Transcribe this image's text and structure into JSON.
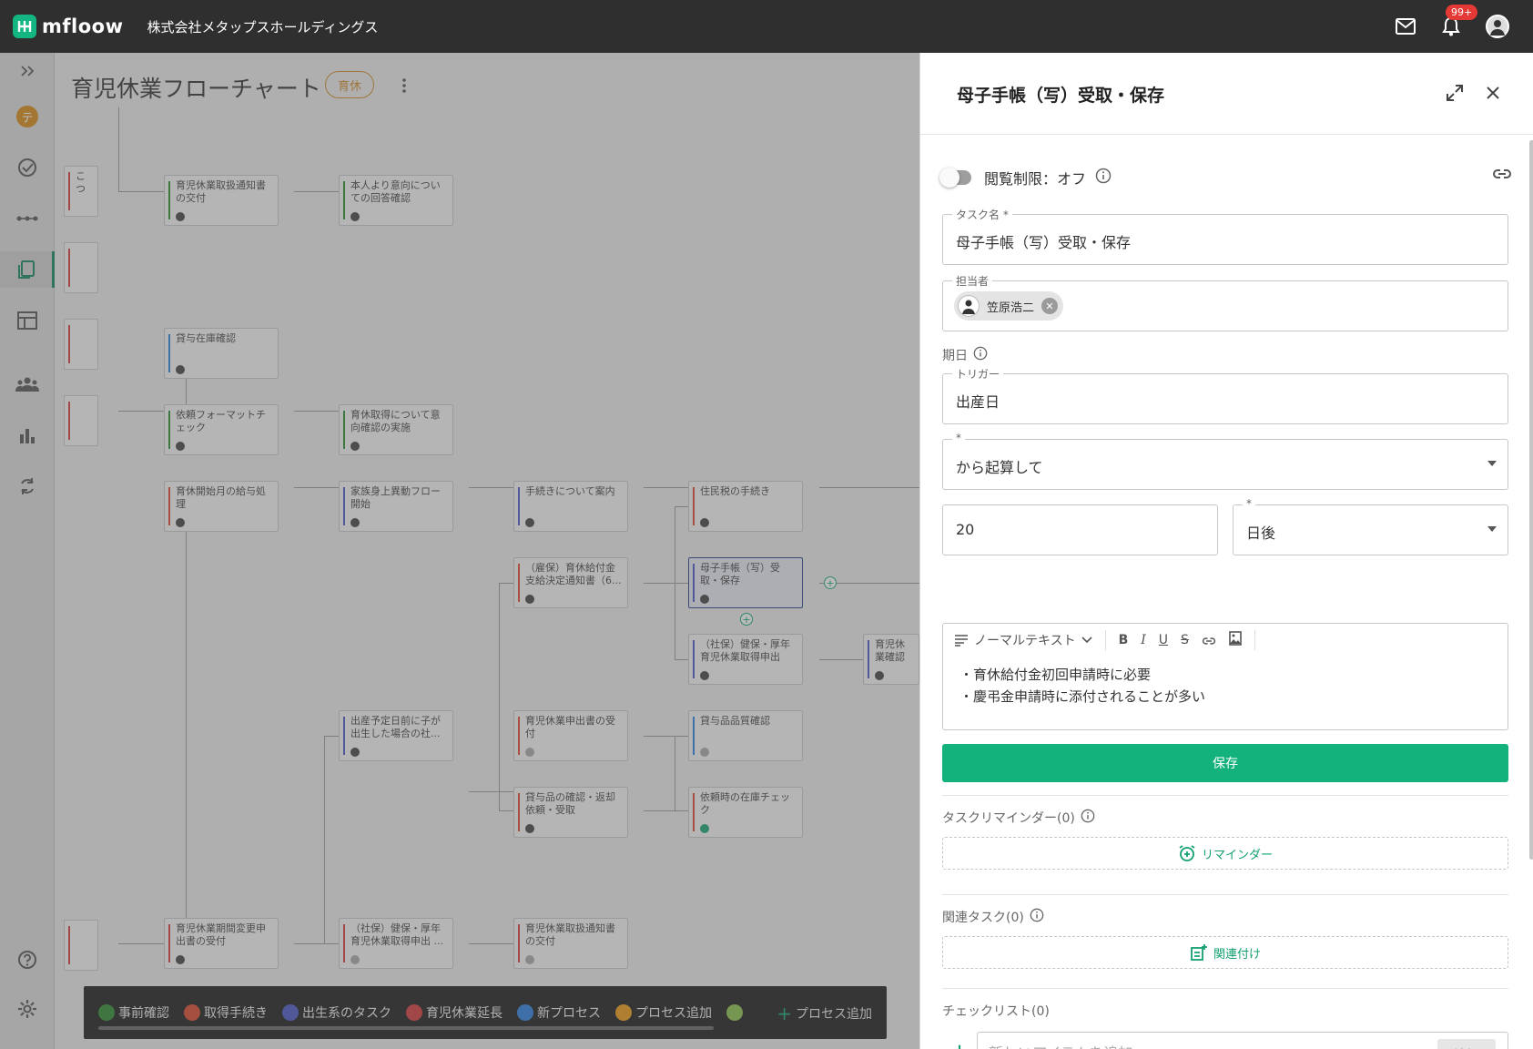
{
  "app": {
    "logo": "mfloow",
    "company": "株式会社メタップスホールディングス",
    "notification_count": "99+"
  },
  "colors": {
    "accent": "#13b27c",
    "topbar": "#2f2f2f",
    "badge": "#e53935"
  },
  "sidebar": {
    "items": [
      {
        "name": "expand-icon"
      },
      {
        "name": "avatar-icon",
        "label": "テ"
      },
      {
        "name": "check-circle-icon"
      },
      {
        "name": "flow-icon"
      },
      {
        "name": "pages-icon"
      },
      {
        "name": "table-icon"
      },
      {
        "name": "people-icon"
      },
      {
        "name": "chart-icon"
      },
      {
        "name": "sync-icon"
      },
      {
        "name": "help-icon"
      },
      {
        "name": "settings-icon"
      }
    ]
  },
  "page": {
    "title": "育児休業フローチャート",
    "chip": "育休"
  },
  "flow": {
    "nodes": [
      {
        "label": "こつ"
      },
      {
        "label": "育児休業取扱通知書の交付"
      },
      {
        "label": "本人より意向についての回答確認"
      },
      {
        "label": "貸与在庫確認"
      },
      {
        "label": "依頼フォーマットチェック"
      },
      {
        "label": "育休取得について意向確認の実施"
      },
      {
        "label": "育休開始月の給与処理"
      },
      {
        "label": "家族身上異動フロー開始"
      },
      {
        "label": "手続きについて案内"
      },
      {
        "label": "住民税の手続き"
      },
      {
        "label": "（雇保）育休給付金支給決定通知書（6..."
      },
      {
        "label": "母子手帳（写）受取・保存"
      },
      {
        "label": "（社保）健保・厚年育児休業取得申出"
      },
      {
        "label": "育児休業確認"
      },
      {
        "label": "出産予定日前に子が出生した場合の社..."
      },
      {
        "label": "育児休業申出書の受付"
      },
      {
        "label": "貸与品品質確認"
      },
      {
        "label": "貸与品の確認・返却依頼・受取"
      },
      {
        "label": "依頼時の在庫チェック"
      },
      {
        "label": "育児休業期間変更申出書の受付"
      },
      {
        "label": "（社保）健保・厚年育児休業取得申出 ..."
      },
      {
        "label": "育児休業取扱通知書の交付"
      }
    ]
  },
  "legend": {
    "items": [
      {
        "label": "事前確認",
        "color": "#2e8b2e"
      },
      {
        "label": "取得手続き",
        "color": "#d9482b"
      },
      {
        "label": "出生系のタスク",
        "color": "#4a56c8"
      },
      {
        "label": "育児休業延長",
        "color": "#d43a3a"
      },
      {
        "label": "新プロセス",
        "color": "#2b7fe0"
      },
      {
        "label": "プロセス追加",
        "color": "#ef9a16"
      },
      {
        "label": "",
        "color": "#8bc34a"
      }
    ],
    "add_label": "プロセス追加"
  },
  "panel": {
    "title": "母子手帳（写）受取・保存",
    "visibility": "閲覧制限：オフ",
    "task_name": {
      "legend": "タスク名 *",
      "value": "母子手帳（写）受取・保存"
    },
    "assignee": {
      "legend": "担当者",
      "name": "笠原浩二"
    },
    "due": {
      "label": "期日"
    },
    "trigger": {
      "legend": "トリガー",
      "value": "出産日"
    },
    "calc": {
      "legend": "*",
      "value": "から起算して"
    },
    "days": {
      "value": "20"
    },
    "direction": {
      "legend": "*",
      "value": "日後"
    },
    "editor": {
      "style": "ノーマルテキスト",
      "line1": "・育休給付金初回申請時に必要",
      "line2": "・慶弔金申請時に添付されることが多い"
    },
    "save": "保存",
    "reminder": {
      "label": "タスクリマインダー(0)",
      "button": "リマインダー"
    },
    "related": {
      "label": "関連タスク(0)",
      "button": "関連付け"
    },
    "checklist": {
      "label": "チェックリスト(0)",
      "placeholder": "新しいアイテムを追加",
      "add": "追加"
    }
  }
}
